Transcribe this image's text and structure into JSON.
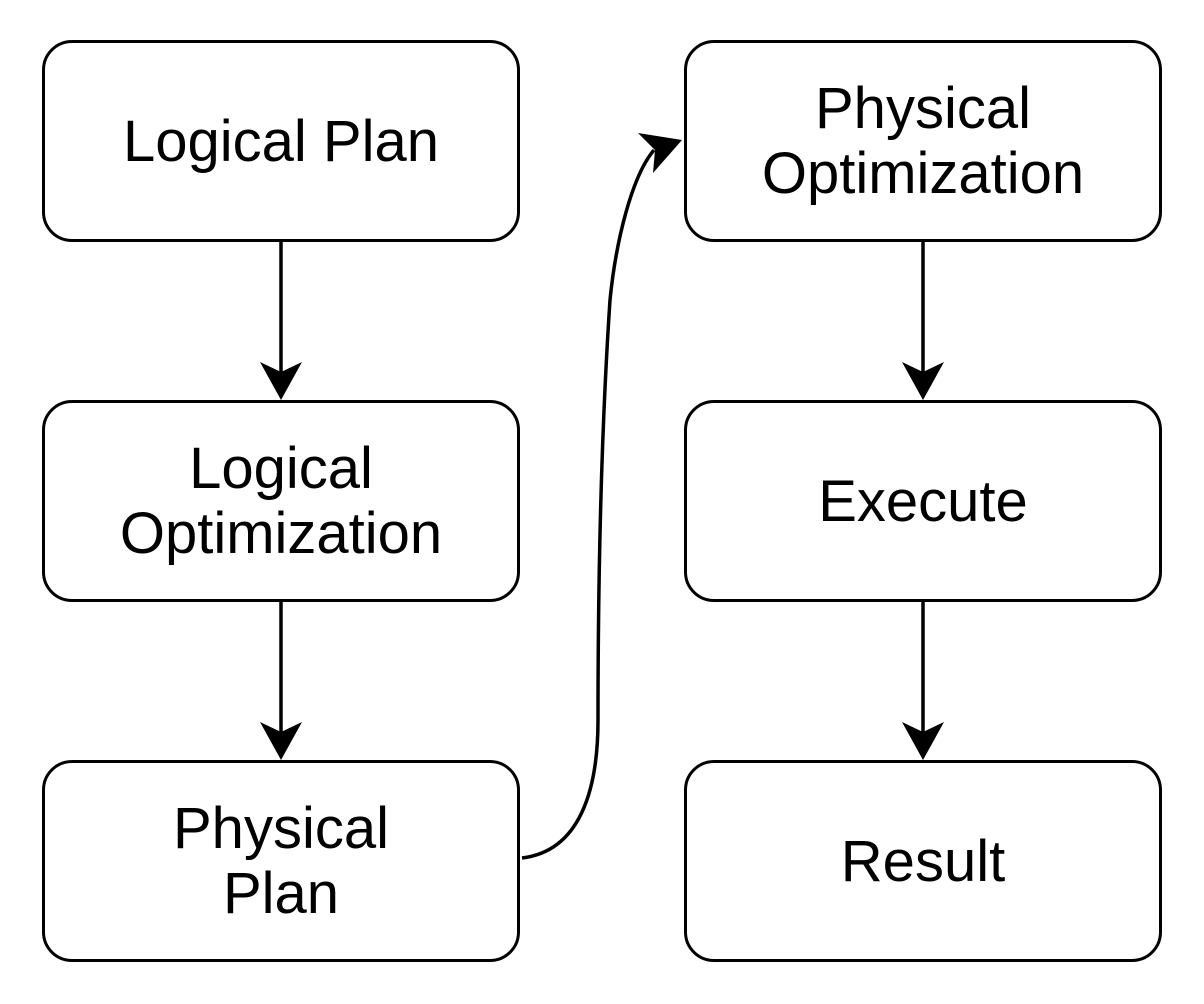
{
  "diagram": {
    "type": "flowchart",
    "background_color": "#ffffff",
    "node_fill_color": "#ffffff",
    "node_stroke_color": "#000000",
    "text_color": "#000000",
    "nodes": [
      {
        "id": "logical-plan",
        "label": "Logical Plan"
      },
      {
        "id": "logical-optimization",
        "label": "Logical\nOptimization"
      },
      {
        "id": "physical-plan",
        "label": "Physical\nPlan"
      },
      {
        "id": "physical-optimization",
        "label": "Physical\nOptimization"
      },
      {
        "id": "execute",
        "label": "Execute"
      },
      {
        "id": "result",
        "label": "Result"
      }
    ],
    "edges": [
      {
        "from": "logical-plan",
        "to": "logical-optimization",
        "style": "straight-down"
      },
      {
        "from": "logical-optimization",
        "to": "physical-plan",
        "style": "straight-down"
      },
      {
        "from": "physical-plan",
        "to": "physical-optimization",
        "style": "curved-up-right"
      },
      {
        "from": "physical-optimization",
        "to": "execute",
        "style": "straight-down"
      },
      {
        "from": "execute",
        "to": "result",
        "style": "straight-down"
      }
    ]
  }
}
